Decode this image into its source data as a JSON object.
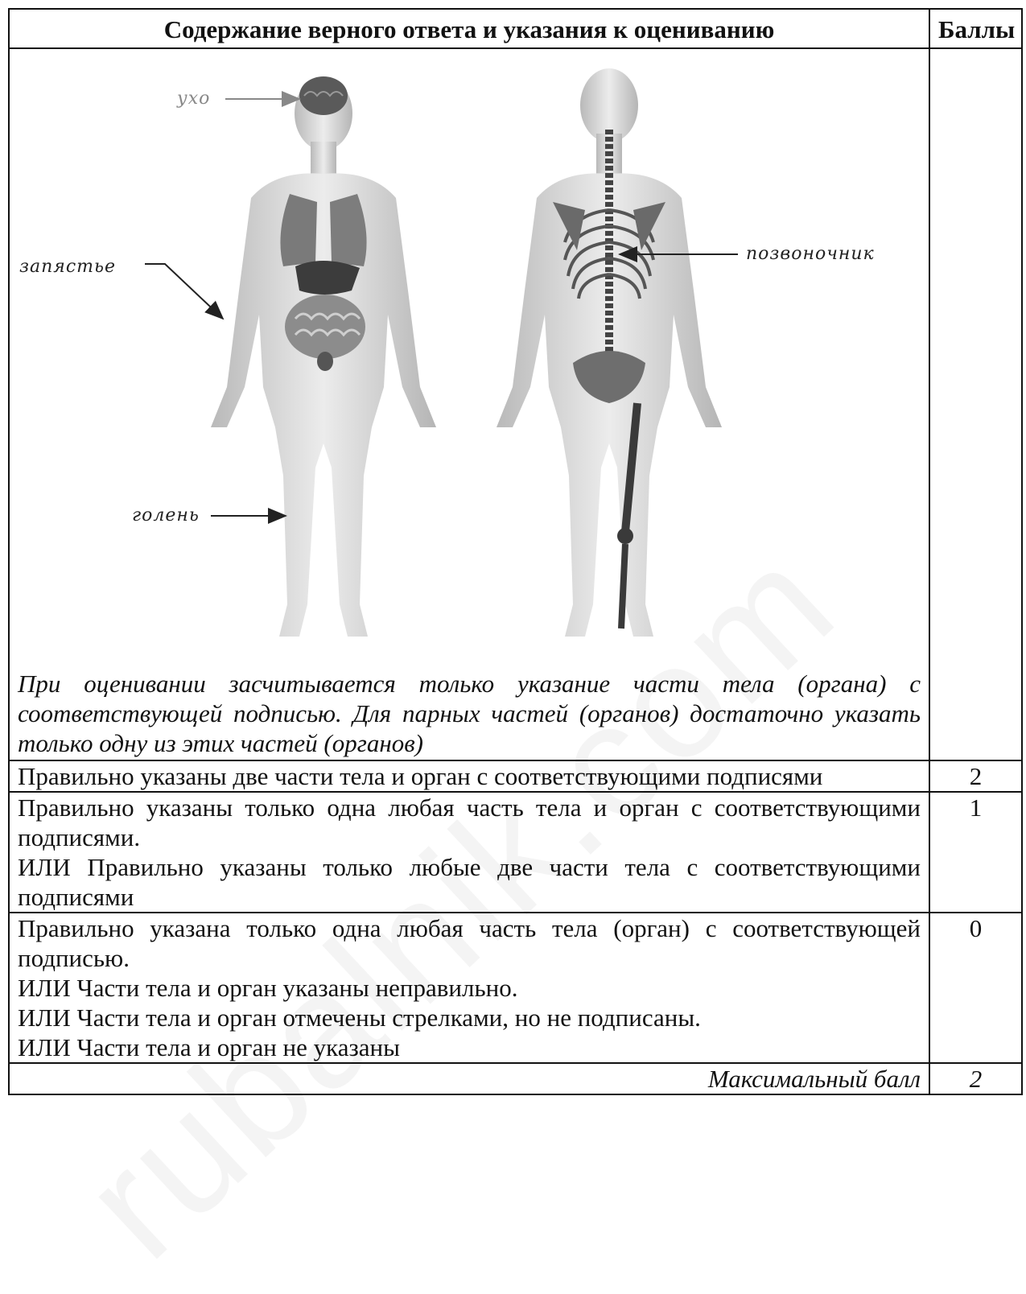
{
  "header": {
    "content_title": "Содержание верного ответа и указания к оцениванию",
    "score_title": "Баллы"
  },
  "figure": {
    "labels": {
      "ear": "ухо",
      "wrist": "запястье",
      "shin": "голень",
      "spine": "позвоночник"
    }
  },
  "caption": "При оценивании засчитывается только указание части тела (органа) с соответствующей подписью. Для парных частей (органов) достаточно указать только одну из этих частей (органов)",
  "criteria": [
    {
      "lines": [
        "Правильно указаны две части тела и орган с соответствующими подписями"
      ],
      "score": "2"
    },
    {
      "lines": [
        "Правильно указаны только одна любая часть тела и орган с соответствующими подписями.",
        "ИЛИ Правильно указаны только любые две части тела с соответствующими подписями"
      ],
      "score": "1"
    },
    {
      "lines": [
        "Правильно указана только одна любая часть тела (орган) с соответствующей подписью.",
        "ИЛИ Части тела и орган указаны неправильно.",
        "ИЛИ Части тела и орган отмечены стрелками, но не подписаны.",
        "ИЛИ Части тела и орган не указаны"
      ],
      "score": "0"
    }
  ],
  "total": {
    "label": "Максимальный балл",
    "score": "2"
  },
  "watermark": "rubalnik.com"
}
